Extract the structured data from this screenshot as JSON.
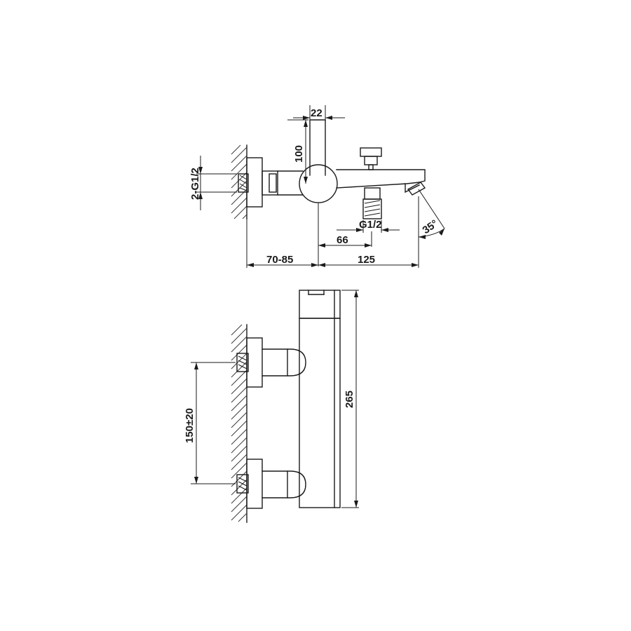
{
  "dimensions": {
    "handle_diameter": "22",
    "handle_height": "100",
    "inlet_thread": "2-G1/2",
    "outlet_thread": "G1/2",
    "outlet_offset": "66",
    "wall_depth": "70-85",
    "spout_reach": "125",
    "spout_angle": "35°",
    "body_height": "265",
    "inlet_spacing": "150±20"
  }
}
